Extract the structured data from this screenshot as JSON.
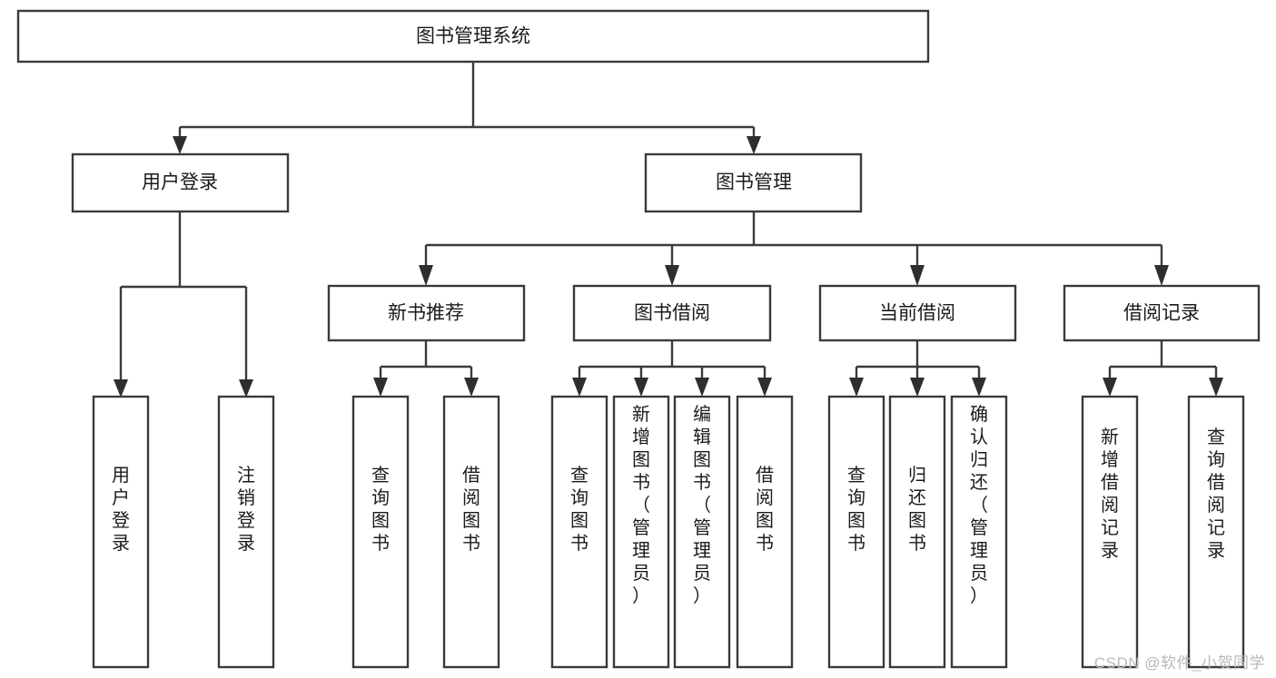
{
  "diagram": {
    "type": "tree-hierarchy",
    "title": "图书管理系统",
    "watermark": "CSDN @软件_小贺同学",
    "colors": {
      "box_stroke": "#3a3a3a",
      "box_fill": "#ffffff",
      "connector": "#3a3a3a",
      "text": "#1b1b1b",
      "watermark": "#b8b8b8",
      "background": "#ffffff"
    },
    "levels": [
      {
        "level": 1,
        "orientation": "horizontal"
      },
      {
        "level": 2,
        "orientation": "horizontal"
      },
      {
        "level": 3,
        "orientation": "horizontal"
      },
      {
        "level": 4,
        "orientation": "vertical"
      }
    ],
    "nodes": {
      "root": {
        "label": "图书管理系统",
        "level": 1
      },
      "user_login": {
        "label": "用户登录",
        "level": 2
      },
      "book_manage": {
        "label": "图书管理",
        "level": 2
      },
      "new_book_rec": {
        "label": "新书推荐",
        "level": 3
      },
      "book_borrow": {
        "label": "图书借阅",
        "level": 3
      },
      "current_borrow": {
        "label": "当前借阅",
        "level": 3
      },
      "borrow_record": {
        "label": "借阅记录",
        "level": 3
      },
      "leaf_user_login": {
        "label": "用户登录",
        "level": 4
      },
      "leaf_logout": {
        "label": "注销登录",
        "level": 4
      },
      "leaf_query_book_1": {
        "label": "查询图书",
        "level": 4
      },
      "leaf_borrow_book_1": {
        "label": "借阅图书",
        "level": 4
      },
      "leaf_query_book_2": {
        "label": "查询图书",
        "level": 4
      },
      "leaf_add_book": {
        "label": "新增图书（管理员）",
        "level": 4
      },
      "leaf_edit_book": {
        "label": "编辑图书（管理员）",
        "level": 4
      },
      "leaf_borrow_book_2": {
        "label": "借阅图书",
        "level": 4
      },
      "leaf_query_book_3": {
        "label": "查询图书",
        "level": 4
      },
      "leaf_return_book": {
        "label": "归还图书",
        "level": 4
      },
      "leaf_confirm_return": {
        "label": "确认归还（管理员）",
        "level": 4
      },
      "leaf_add_record": {
        "label": "新增借阅记录",
        "level": 4
      },
      "leaf_query_record": {
        "label": "查询借阅记录",
        "level": 4
      }
    },
    "edges": [
      {
        "from": "root",
        "to": "user_login"
      },
      {
        "from": "root",
        "to": "book_manage"
      },
      {
        "from": "user_login",
        "to": "leaf_user_login"
      },
      {
        "from": "user_login",
        "to": "leaf_logout"
      },
      {
        "from": "book_manage",
        "to": "new_book_rec"
      },
      {
        "from": "book_manage",
        "to": "book_borrow"
      },
      {
        "from": "book_manage",
        "to": "current_borrow"
      },
      {
        "from": "book_manage",
        "to": "borrow_record"
      },
      {
        "from": "new_book_rec",
        "to": "leaf_query_book_1"
      },
      {
        "from": "new_book_rec",
        "to": "leaf_borrow_book_1"
      },
      {
        "from": "book_borrow",
        "to": "leaf_query_book_2"
      },
      {
        "from": "book_borrow",
        "to": "leaf_add_book"
      },
      {
        "from": "book_borrow",
        "to": "leaf_edit_book"
      },
      {
        "from": "book_borrow",
        "to": "leaf_borrow_book_2"
      },
      {
        "from": "current_borrow",
        "to": "leaf_query_book_3"
      },
      {
        "from": "current_borrow",
        "to": "leaf_return_book"
      },
      {
        "from": "current_borrow",
        "to": "leaf_confirm_return"
      },
      {
        "from": "borrow_record",
        "to": "leaf_add_record"
      },
      {
        "from": "borrow_record",
        "to": "leaf_query_record"
      }
    ]
  }
}
